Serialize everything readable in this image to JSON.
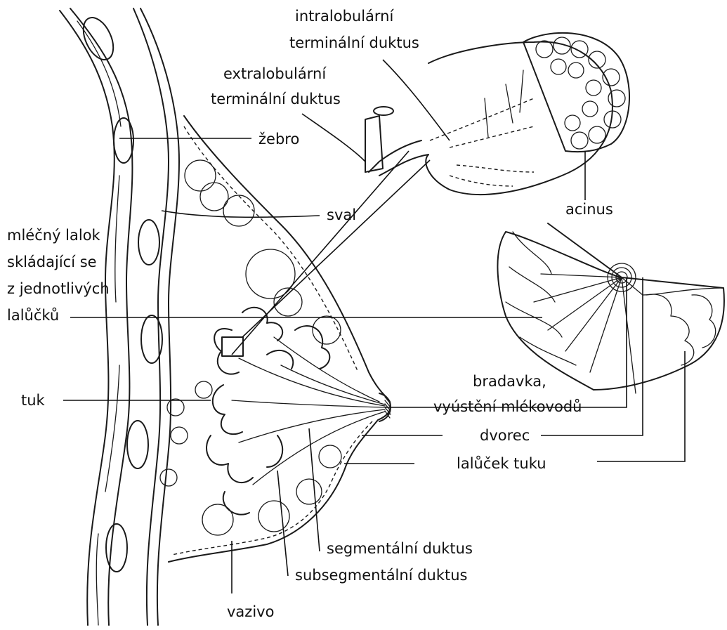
{
  "labels": {
    "intralobular_line1": "intralobulární",
    "intralobular_line2": "terminální duktus",
    "extralobular_line1": "extralobulární",
    "extralobular_line2": "terminální duktus",
    "rib": "žebro",
    "muscle": "sval",
    "acinus": "acinus",
    "lobe_line1": "mléčný lalok",
    "lobe_line2": "skládající se",
    "lobe_line3": "z jednotlivých",
    "lobe_line4": "lalůčků",
    "fat": "tuk",
    "nipple_line1": "bradavka,",
    "nipple_line2": "vyústění mlékovodů",
    "areola": "dvorec",
    "fat_lobule": "lalůček tuku",
    "segmental_duct": "segmentální duktus",
    "subsegmental_duct": "subsegmentální duktus",
    "connective_tissue": "vazivo"
  }
}
